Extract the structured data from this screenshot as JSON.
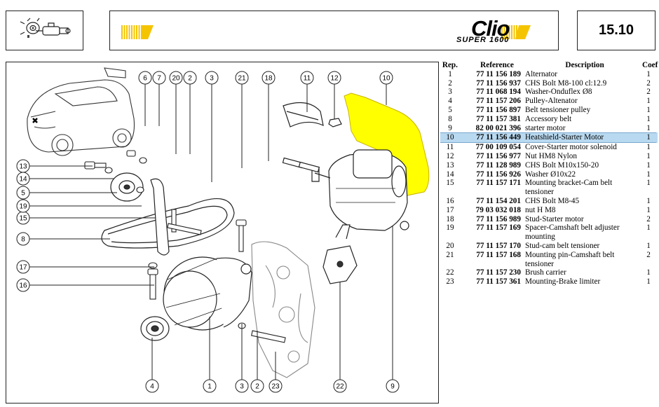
{
  "header": {
    "section_number": "15.10",
    "logo_model": "Clio",
    "logo_edition": "SUPER 1600",
    "accent_color": "#f5c400"
  },
  "diagram": {
    "callouts": [
      "1",
      "2",
      "3",
      "4",
      "5",
      "6",
      "7",
      "8",
      "9",
      "10",
      "11",
      "12",
      "13",
      "14",
      "15",
      "16",
      "17",
      "18",
      "19",
      "20",
      "21",
      "22",
      "23"
    ],
    "highlight_color": "#ffff00",
    "highlighted_part": "10"
  },
  "table": {
    "headers": {
      "rep": "Rep.",
      "reference": "Reference",
      "description": "Description",
      "coef": "Coef"
    },
    "selected_rep": "10",
    "rows": [
      {
        "rep": "1",
        "reference": "77 11 156 189",
        "description": "Alternator",
        "coef": "1"
      },
      {
        "rep": "2",
        "reference": "77 11 156 937",
        "description": "CHS Bolt M8-100 cl:12.9",
        "coef": "2"
      },
      {
        "rep": "3",
        "reference": "77 11 068 194",
        "description": "Washer-Onduflex Ø8",
        "coef": "2"
      },
      {
        "rep": "4",
        "reference": "77 11 157 206",
        "description": "Pulley-Altenator",
        "coef": "1"
      },
      {
        "rep": "5",
        "reference": "77 11 156 897",
        "description": "Belt tensioner pulley",
        "coef": "1"
      },
      {
        "rep": "8",
        "reference": "77 11 157 381",
        "description": "Accessory belt",
        "coef": "1"
      },
      {
        "rep": "9",
        "reference": "82 00 021 396",
        "description": "starter motor",
        "coef": "1"
      },
      {
        "rep": "10",
        "reference": "77 11 156 449",
        "description": "Heatshield-Starter Motor",
        "coef": "1"
      },
      {
        "rep": "11",
        "reference": "77 00 109 054",
        "description": "Cover-Starter motor solenoid",
        "coef": "1"
      },
      {
        "rep": "12",
        "reference": "77 11 156 977",
        "description": "Nut HM8 Nylon",
        "coef": "1"
      },
      {
        "rep": "13",
        "reference": "77 11 128 989",
        "description": "CHS Bolt M10x150-20",
        "coef": "1"
      },
      {
        "rep": "14",
        "reference": "77 11 156 926",
        "description": "Washer Ø10x22",
        "coef": "1"
      },
      {
        "rep": "15",
        "reference": "77 11 157 171",
        "description": "Mounting bracket-Cam belt tensioner",
        "coef": "1"
      },
      {
        "rep": "16",
        "reference": "77 11 154 201",
        "description": "CHS Bolt M8-45",
        "coef": "1"
      },
      {
        "rep": "17",
        "reference": "79 03 032 018",
        "description": "nut H M8",
        "coef": "1"
      },
      {
        "rep": "18",
        "reference": "77 11 156 989",
        "description": "Stud-Starter motor",
        "coef": "2"
      },
      {
        "rep": "19",
        "reference": "77 11 157 169",
        "description": "Spacer-Camshaft belt adjuster mounting",
        "coef": "1"
      },
      {
        "rep": "20",
        "reference": "77 11 157 170",
        "description": "Stud-cam belt tensioner",
        "coef": "1"
      },
      {
        "rep": "21",
        "reference": "77 11 157 168",
        "description": "Mounting pin-Camshaft belt tensioner",
        "coef": "2"
      },
      {
        "rep": "22",
        "reference": "77 11 157 230",
        "description": "Brush carrier",
        "coef": "1"
      },
      {
        "rep": "23",
        "reference": "77 11 157 361",
        "description": "Mounting-Brake limiter",
        "coef": "1"
      }
    ]
  }
}
